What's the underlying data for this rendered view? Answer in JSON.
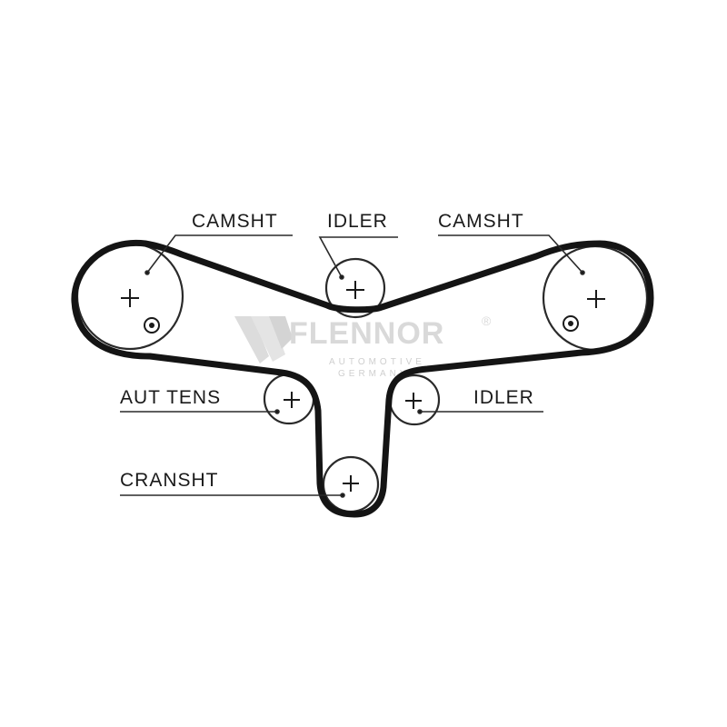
{
  "labels": {
    "camshaft_left": "CAMSHT",
    "idler_top": "IDLER",
    "camshaft_right": "CAMSHT",
    "auto_tensioner": "AUT TENS",
    "idler_right": "IDLER",
    "crankshaft": "CRANSHT"
  },
  "watermark": {
    "brand": "FLENNOR",
    "registered": "®",
    "line1": "AUTOMOTIVE",
    "line2": "GERMANY",
    "color": "#d9d9d9"
  },
  "colors": {
    "belt": "#141414",
    "line": "#2a2a2a",
    "background": "#ffffff"
  }
}
